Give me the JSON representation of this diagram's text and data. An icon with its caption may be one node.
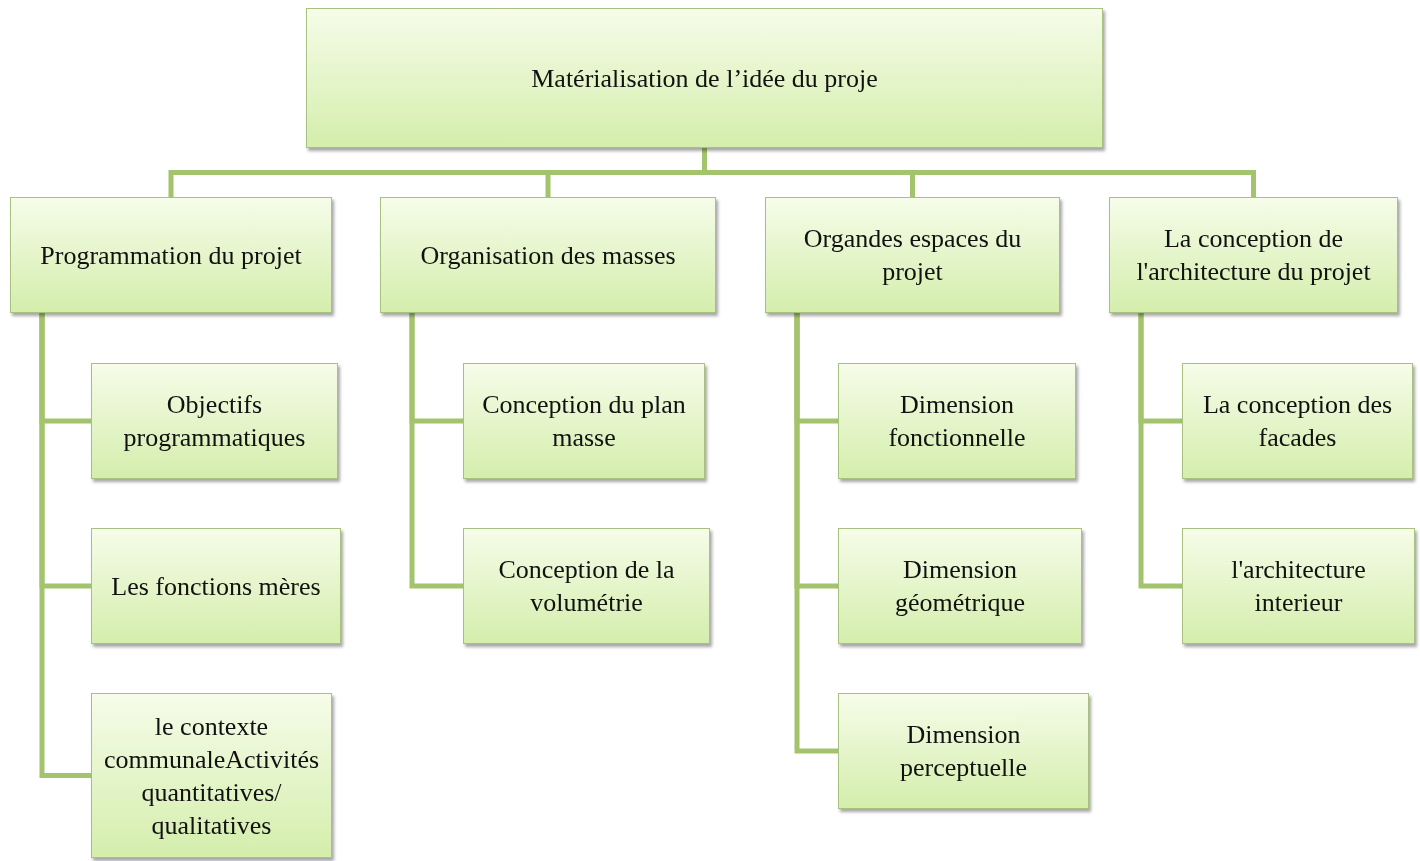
{
  "diagram": {
    "nodes": [
      {
        "text": [
          "Matérialisation de l’idée du proje"
        ]
      },
      {
        "text": [
          "Programmation du projet"
        ]
      },
      {
        "text": [
          "Organisation des masses"
        ]
      },
      {
        "text": [
          "Organdes espaces du projet"
        ]
      },
      {
        "text": [
          "La conception de l'architecture du projet"
        ]
      },
      {
        "text": [
          "Objectifs programmatiques"
        ]
      },
      {
        "text": [
          "Les fonctions mères"
        ]
      },
      {
        "text": [
          "le contexte communaleActivités quantitatives/ qualitatives"
        ]
      },
      {
        "text": [
          "Conception du plan masse"
        ]
      },
      {
        "text": [
          "Conception de la volumétrie"
        ]
      },
      {
        "text": [
          "Dimension fonctionnelle"
        ]
      },
      {
        "text": [
          "Dimension géométrique"
        ]
      },
      {
        "text": [
          "Dimension perceptuelle"
        ]
      },
      {
        "text": [
          "La conception des facades"
        ]
      },
      {
        "text": [
          "l'architecture interieur"
        ]
      }
    ],
    "edges": [
      {
        "from": 0,
        "to": 1,
        "arrow": "none"
      },
      {
        "from": 0,
        "to": 2,
        "arrow": "none"
      },
      {
        "from": 0,
        "to": 3,
        "arrow": "none"
      },
      {
        "from": 0,
        "to": 4,
        "arrow": "none"
      },
      {
        "from": 1,
        "to": 5,
        "arrow": "none"
      },
      {
        "from": 1,
        "to": 6,
        "arrow": "none"
      },
      {
        "from": 1,
        "to": 7,
        "arrow": "none"
      },
      {
        "from": 2,
        "to": 8,
        "arrow": "none"
      },
      {
        "from": 2,
        "to": 9,
        "arrow": "none"
      },
      {
        "from": 3,
        "to": 10,
        "arrow": "none"
      },
      {
        "from": 3,
        "to": 11,
        "arrow": "none"
      },
      {
        "from": 3,
        "to": 12,
        "arrow": "none"
      },
      {
        "from": 4,
        "to": 13,
        "arrow": "none"
      },
      {
        "from": 4,
        "to": 14,
        "arrow": "none"
      }
    ]
  }
}
